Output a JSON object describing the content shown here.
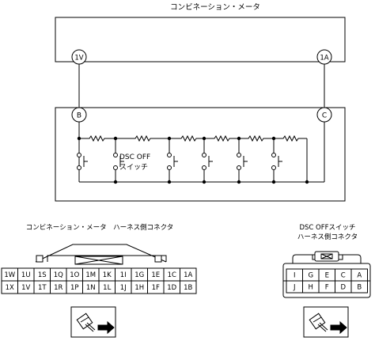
{
  "meter": {
    "title": "コンビネーション・メータ"
  },
  "pins": {
    "top_left": "1V",
    "top_right": "1A",
    "bot_left": "B",
    "bot_right": "C"
  },
  "switch": {
    "line1": "DSC OFF",
    "line2": "スイッチ"
  },
  "meter_connector": {
    "title": "コンビネーション・メータ　ハーネス側コネクタ",
    "row1": [
      "1W",
      "1U",
      "1S",
      "1Q",
      "1O",
      "1M",
      "1K",
      "1I",
      "1G",
      "1E",
      "1C",
      "1A"
    ],
    "row2": [
      "1X",
      "1V",
      "1T",
      "1R",
      "1P",
      "1N",
      "1L",
      "1J",
      "1H",
      "1F",
      "1D",
      "1B"
    ]
  },
  "switch_connector": {
    "title1": "DSC OFFスイッチ",
    "title2": "ハーネス側コネクタ",
    "row1": [
      "I",
      "G",
      "E",
      "C",
      "A"
    ],
    "row2": [
      "J",
      "H",
      "F",
      "D",
      "B"
    ]
  },
  "icons": {
    "connector_view_icon": "connector-plug-arrow-icon"
  }
}
